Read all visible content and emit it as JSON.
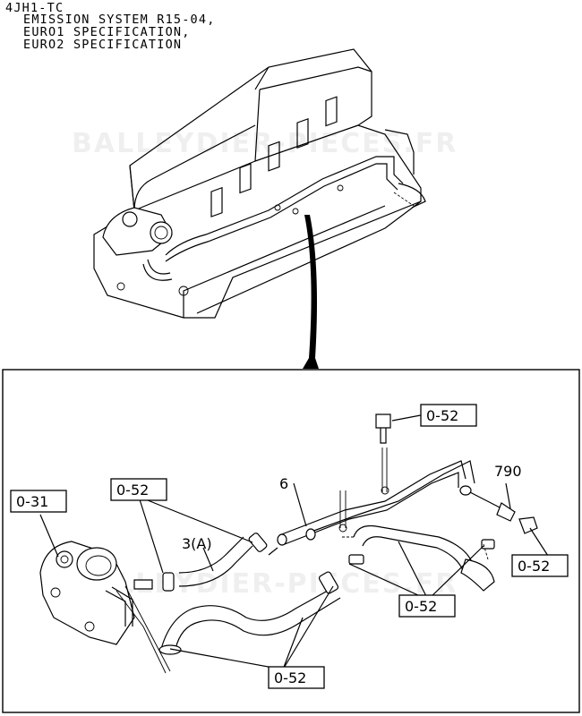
{
  "header": {
    "line1": "4JH1-TC",
    "line2": "EMISSION SYSTEM R15-04,",
    "line3": "EURO1 SPECIFICATION,",
    "line4": "EURO2 SPECIFICATION"
  },
  "watermark": "BALLEYDIER-PIECES.FR",
  "callouts": {
    "ref_top": "0-52",
    "ref_left_upper": "0-52",
    "ref_left_box": "0-31",
    "ref_right": "0-52",
    "ref_mid": "0-52",
    "ref_bottom": "0-52",
    "part_6": "6",
    "part_3a": "3(A)",
    "part_790": "790"
  }
}
